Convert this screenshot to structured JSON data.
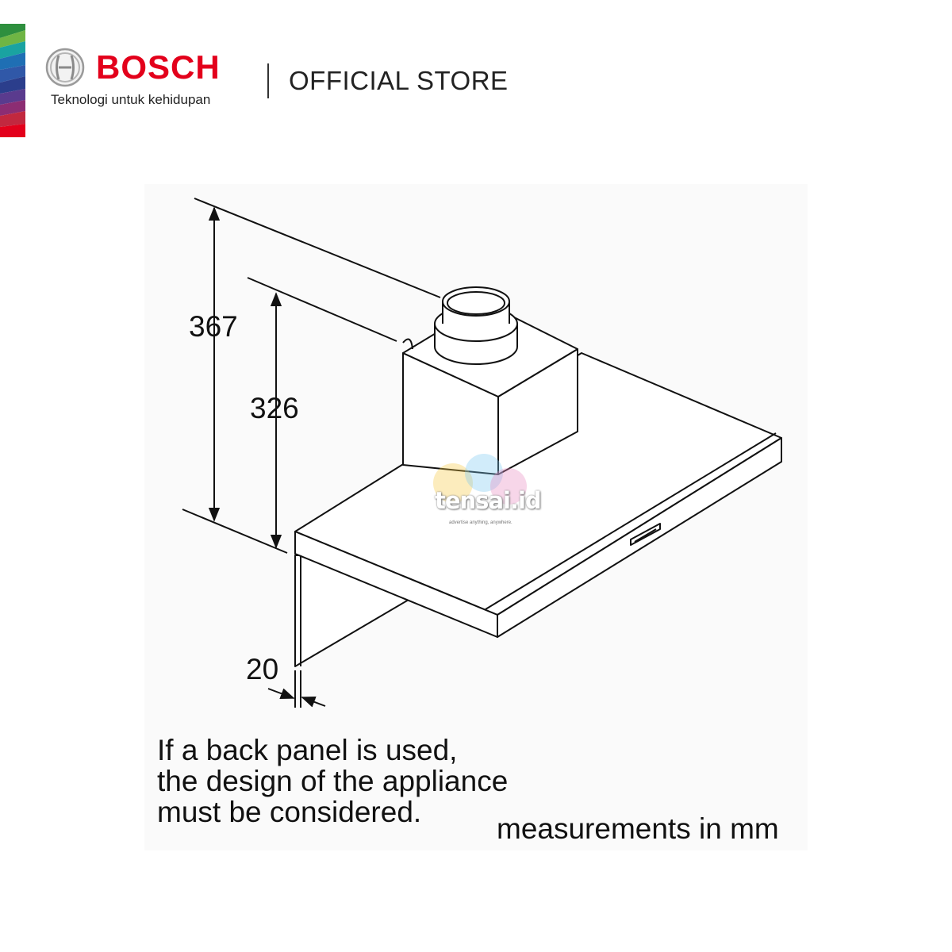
{
  "header": {
    "brand_name": "BOSCH",
    "tagline": "Teknologi untuk kehidupan",
    "store_label": "OFFICIAL STORE",
    "brand_color": "#e3001b",
    "logo_icon": "bosch-armature-icon"
  },
  "diagram": {
    "dimensions": [
      {
        "label": "367",
        "meaning": "total height"
      },
      {
        "label": "326",
        "meaning": "chimney height"
      },
      {
        "label": "20",
        "meaning": "back panel thickness"
      }
    ],
    "note_lines": [
      "If a back panel is used,",
      "the design of the appliance",
      "must be considered."
    ],
    "units_label": "measurements in mm"
  },
  "watermark": {
    "text": "tensai.id",
    "subtext": "advertise anything, anywhere."
  }
}
